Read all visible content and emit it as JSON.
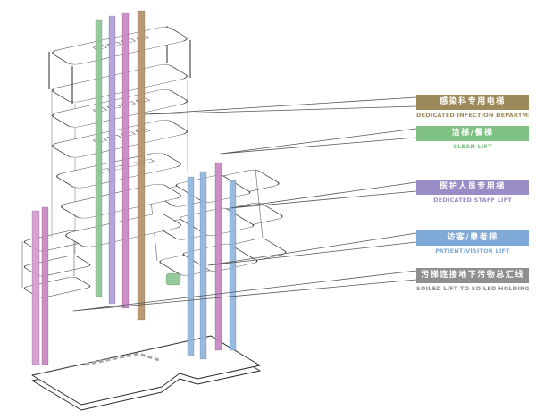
{
  "diagram": {
    "type": "axonometric-building-circulation",
    "background": "#ffffff",
    "line_color": "#2b2b2b",
    "leader_color": "#555555"
  },
  "labels": [
    {
      "zh": "感染科专用电梯",
      "en": "DEDICATED INFECTION DEPARTMENT LIFT",
      "color": "#9d8a5a"
    },
    {
      "zh": "洁梯/餐梯",
      "en": "CLEAN LIFT",
      "color": "#7ec183"
    },
    {
      "zh": "医护人员专用梯",
      "en": "DEDICATED STAFF LIFT",
      "color": "#9c8cc6"
    },
    {
      "zh": "访客/患者梯",
      "en": "PATIENT/VISITOR LIFT",
      "color": "#7fa9d6"
    },
    {
      "zh": "污梯连接地下污物总汇线",
      "en": "SOILED LIFT TO SOILED HOLDING AREA",
      "color": "#8f8f8f"
    }
  ],
  "shaft_colors": {
    "clean_green": "#8cc494",
    "staff_purple": "#b09ed6",
    "staff_magenta": "#c985c3",
    "infection_brown": "#b3906a",
    "visitor_blue": "#8fb6de",
    "soiled_pink": "#d49ad0"
  }
}
